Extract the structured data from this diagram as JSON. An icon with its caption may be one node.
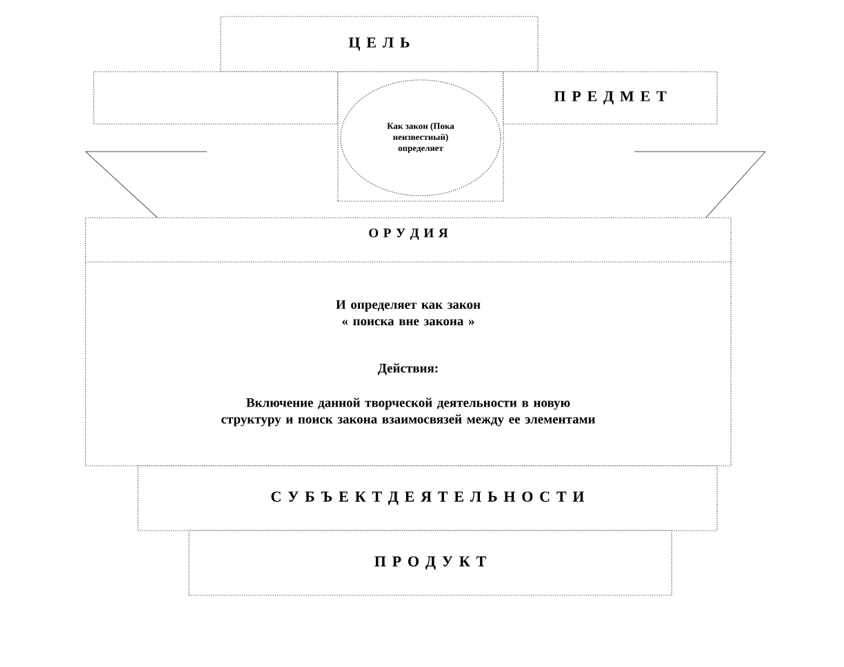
{
  "diagram": {
    "nodes": [
      {
        "text": [
          "Ц Е Л Ь"
        ]
      },
      {
        "text": [],
        "shape": "box"
      },
      {
        "text": [],
        "shape": "box"
      },
      {
        "text": [
          "П Р Е Д М Е Т"
        ]
      },
      {
        "text": [
          "Как закон (Пока неизвестный) определяет"
        ],
        "in": 2
      },
      {
        "text": [
          "О Р У Д И Я",
          "И определяет как закон « поиска вне закона »",
          "Действия:",
          "Включение данной творческой деятельности в новую структуру и поиск закона взаимосвязей между ее элементами"
        ]
      },
      {
        "text": [
          "С У Б Ъ Е К Т Д Е Я Т Е Л Ь Н О С Т И"
        ]
      },
      {
        "text": [
          "П Р О Д У К Т"
        ]
      }
    ]
  }
}
